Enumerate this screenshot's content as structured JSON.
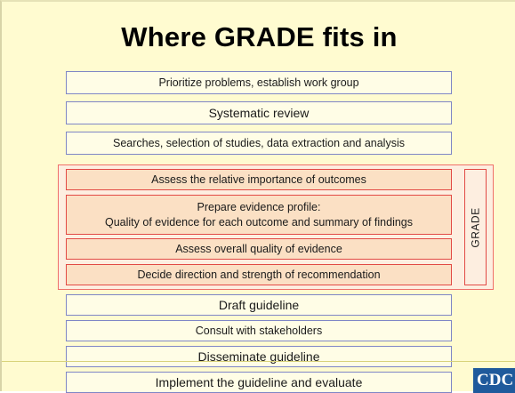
{
  "title": "Where GRADE fits in",
  "steps": [
    {
      "label": "Prioritize problems, establish work group"
    },
    {
      "label": "Systematic review"
    },
    {
      "label": "Searches, selection of studies, data extraction and analysis"
    },
    {
      "label": "Assess the relative importance of outcomes"
    },
    {
      "line1": "Prepare evidence profile:",
      "line2": "Quality of evidence for each outcome and summary of findings"
    },
    {
      "label": "Assess overall quality of evidence"
    },
    {
      "label": "Decide direction and strength of recommendation"
    },
    {
      "label": "Draft guideline"
    },
    {
      "label": "Consult with stakeholders"
    },
    {
      "label": "Disseminate guideline"
    },
    {
      "label": "Implement the guideline and evaluate"
    }
  ],
  "grade_label": "GRADE",
  "logo_text": "CDC",
  "colors": {
    "background": "#fffbd0",
    "step_border": "#7f86c6",
    "grade_border": "#e24a45",
    "grade_fill": "#fbe0c4",
    "logo": "#1f5a9c"
  }
}
